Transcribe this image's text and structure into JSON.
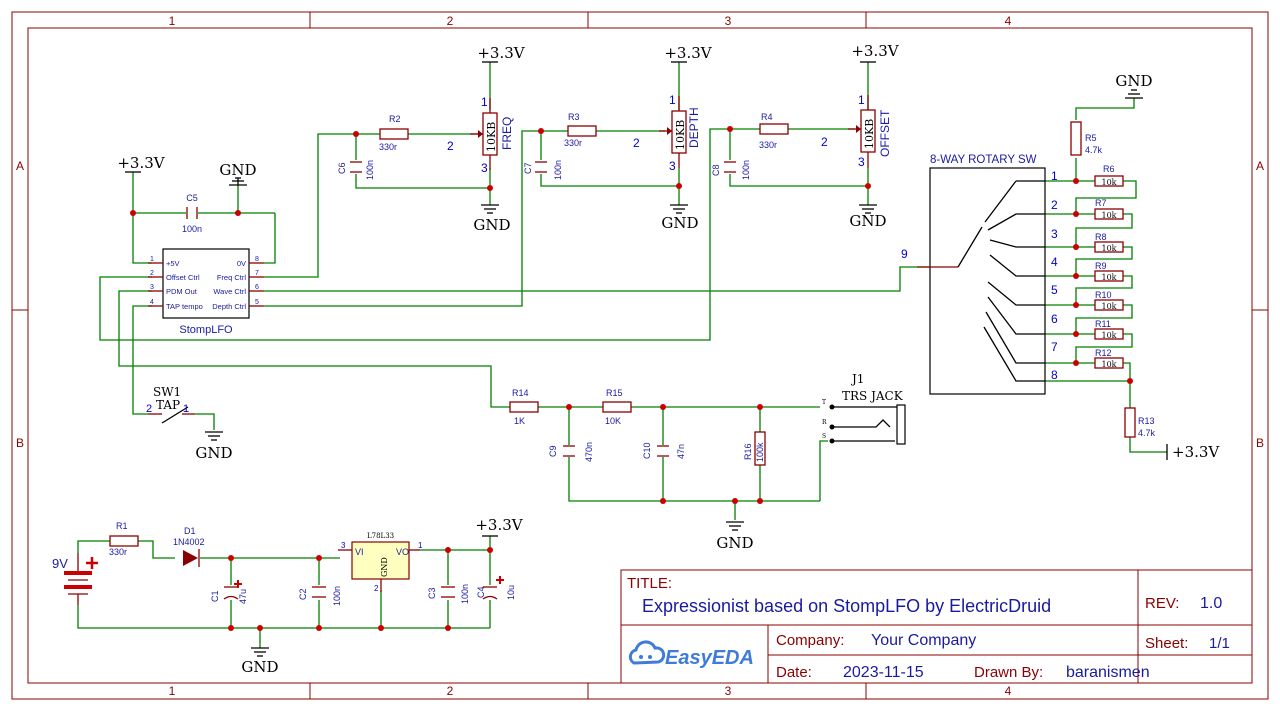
{
  "frame": {
    "columns": [
      "1",
      "2",
      "3",
      "4"
    ],
    "rows": [
      "A",
      "B"
    ],
    "border_color": "#8b0000"
  },
  "colors": {
    "wire": "#008000",
    "component": "#8b0000",
    "pin_number": "#0000cc",
    "text_blue": "#1a1aa0",
    "junction": "#cc0000",
    "black": "#000000",
    "easyeda_blue": "#3f7bd8"
  },
  "power": {
    "v33": "+3.3V",
    "gnd": "GND",
    "nine_v": "9V"
  },
  "ic": {
    "name": "StompLFO",
    "pins_left": [
      "1",
      "2",
      "3",
      "4"
    ],
    "labels_left": [
      "+5V",
      "Offset Ctrl",
      "PDM Out",
      "TAP tempo"
    ],
    "pins_right": [
      "8",
      "7",
      "6",
      "5"
    ],
    "labels_right": [
      "0V",
      "Freq Ctrl",
      "Wave Ctrl",
      "Depth Ctrl"
    ]
  },
  "pots": [
    {
      "value": "10KB",
      "name": "FREQ",
      "p1": "1",
      "p2": "2",
      "p3": "3"
    },
    {
      "value": "10KB",
      "name": "DEPTH",
      "p1": "1",
      "p2": "2",
      "p3": "3"
    },
    {
      "value": "10KB",
      "name": "OFFSET",
      "p1": "1",
      "p2": "2",
      "p3": "3"
    }
  ],
  "resistors": {
    "R1": {
      "name": "R1",
      "value": "330r"
    },
    "R2": {
      "name": "R2",
      "value": "330r"
    },
    "R3": {
      "name": "R3",
      "value": "330r"
    },
    "R4": {
      "name": "R4",
      "value": "330r"
    },
    "R5": {
      "name": "R5",
      "value": "4.7k"
    },
    "R6": {
      "name": "R6",
      "value": "10k"
    },
    "R7": {
      "name": "R7",
      "value": "10k"
    },
    "R8": {
      "name": "R8",
      "value": "10k"
    },
    "R9": {
      "name": "R9",
      "value": "10k"
    },
    "R10": {
      "name": "R10",
      "value": "10k"
    },
    "R11": {
      "name": "R11",
      "value": "10k"
    },
    "R12": {
      "name": "R12",
      "value": "10k"
    },
    "R13": {
      "name": "R13",
      "value": "4.7k"
    },
    "R14": {
      "name": "R14",
      "value": "1K"
    },
    "R15": {
      "name": "R15",
      "value": "10K"
    },
    "R16": {
      "name": "R16",
      "value": "100k"
    }
  },
  "capacitors": {
    "C1": {
      "name": "C1",
      "value": "47u"
    },
    "C2": {
      "name": "C2",
      "value": "100n"
    },
    "C3": {
      "name": "C3",
      "value": "100n"
    },
    "C4": {
      "name": "C4",
      "value": "10u"
    },
    "C5": {
      "name": "C5",
      "value": "100n"
    },
    "C6": {
      "name": "C6",
      "value": "100n"
    },
    "C7": {
      "name": "C7",
      "value": "100n"
    },
    "C8": {
      "name": "C8",
      "value": "100n"
    },
    "C9": {
      "name": "C9",
      "value": "470n"
    },
    "C10": {
      "name": "C10",
      "value": "47n"
    }
  },
  "diode": {
    "name": "D1",
    "value": "1N4002"
  },
  "regulator": {
    "name": "L78L33",
    "vi": "VI",
    "vo": "VO",
    "gnd": "GND",
    "pin_in": "3",
    "pin_out": "1",
    "pin_gnd": "2"
  },
  "switch": {
    "name": "SW1",
    "label": "TAP",
    "p1": "1",
    "p2": "2"
  },
  "rotary": {
    "name": "8-WAY ROTARY SW",
    "common": "9",
    "positions": [
      "1",
      "2",
      "3",
      "4",
      "5",
      "6",
      "7",
      "8"
    ]
  },
  "jack": {
    "name": "J1",
    "label": "TRS JACK",
    "pins": [
      "T",
      "R",
      "S"
    ]
  },
  "titleblock": {
    "title_label": "TITLE:",
    "title": "Expressionist based on StompLFO by ElectricDruid",
    "rev_label": "REV:",
    "rev": "1.0",
    "company_label": "Company:",
    "company": "Your Company",
    "sheet_label": "Sheet:",
    "sheet": "1/1",
    "date_label": "Date:",
    "date": "2023-11-15",
    "drawn_label": "Drawn By:",
    "drawn": "baranismen",
    "logo": "EasyEDA"
  }
}
